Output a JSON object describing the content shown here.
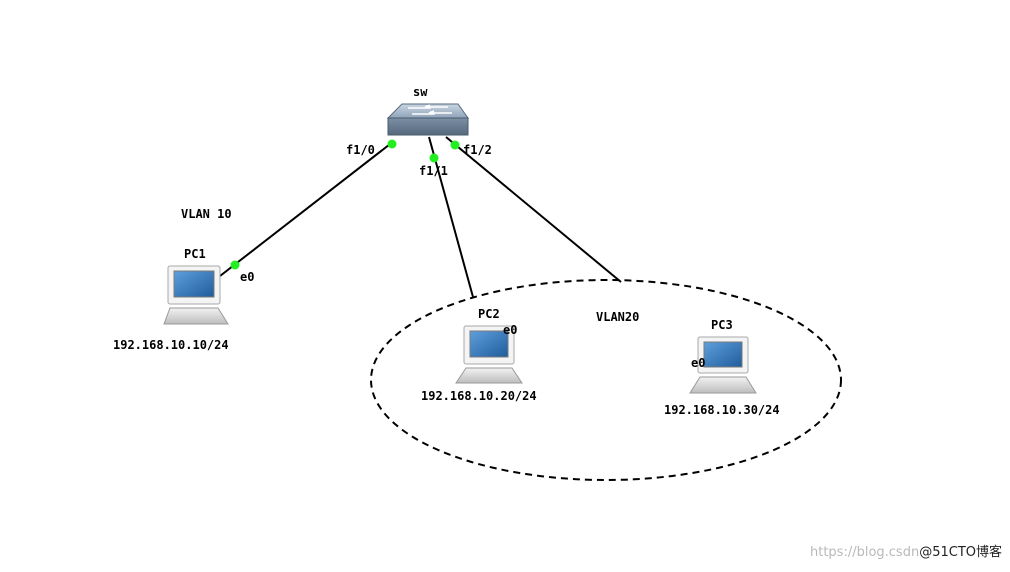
{
  "diagram": {
    "switch": {
      "name": "sw",
      "ports": [
        "f1/0",
        "f1/1",
        "f1/2"
      ]
    },
    "vlans": [
      "VLAN 10",
      "VLAN20"
    ],
    "pcs": [
      {
        "name": "PC1",
        "iface": "e0",
        "ip": "192.168.10.10/24"
      },
      {
        "name": "PC2",
        "iface": "e0",
        "ip": "192.168.10.20/24"
      },
      {
        "name": "PC3",
        "iface": "e0",
        "ip": "192.168.10.30/24"
      }
    ],
    "colors": {
      "link": "#000000",
      "port_up": "#22ee22",
      "switch_body": "#8fa3b8",
      "screen": "#2f6fb0"
    }
  },
  "watermark": {
    "url": "https://blog.csdn",
    "brand": "@51CTO博客"
  }
}
